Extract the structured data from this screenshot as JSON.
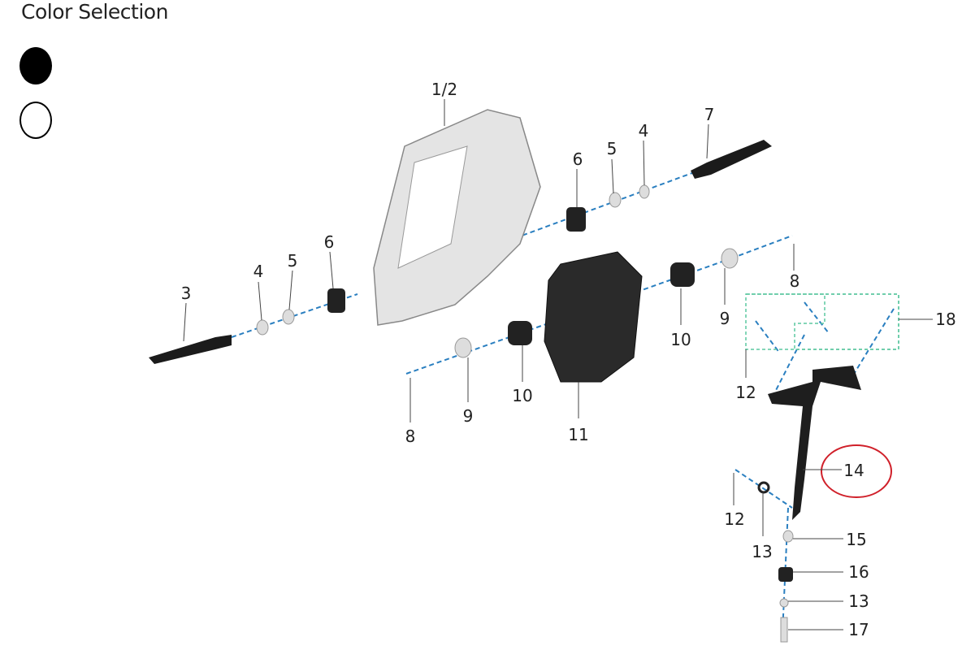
{
  "header": {
    "title": "Color Selection"
  },
  "colors": [
    {
      "name": "black",
      "hex": "#000000",
      "selected": true
    },
    {
      "name": "white",
      "hex": "#ffffff",
      "selected": false
    }
  ],
  "diagram": {
    "labels": [
      "1/2",
      "7",
      "6",
      "5",
      "4",
      "6",
      "4",
      "5",
      "3",
      "8",
      "9",
      "10",
      "18",
      "12",
      "9",
      "10",
      "11",
      "8",
      "14",
      "12",
      "13",
      "15",
      "16",
      "13",
      "17"
    ],
    "highlight_color": "#d0202a",
    "dash_color": "#2a7fc0",
    "group_box_color": "#5cc8a0"
  }
}
